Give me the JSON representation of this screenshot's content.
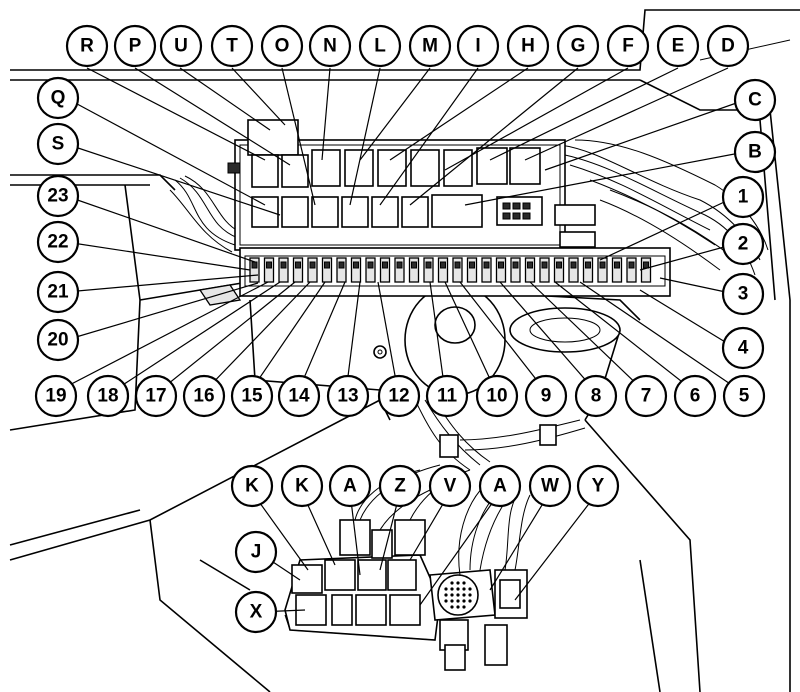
{
  "callouts": [
    {
      "id": "R",
      "label": "R"
    },
    {
      "id": "P",
      "label": "P"
    },
    {
      "id": "U",
      "label": "U"
    },
    {
      "id": "T",
      "label": "T"
    },
    {
      "id": "O",
      "label": "O"
    },
    {
      "id": "N",
      "label": "N"
    },
    {
      "id": "L",
      "label": "L"
    },
    {
      "id": "M",
      "label": "M"
    },
    {
      "id": "I",
      "label": "I"
    },
    {
      "id": "H",
      "label": "H"
    },
    {
      "id": "G",
      "label": "G"
    },
    {
      "id": "F",
      "label": "F"
    },
    {
      "id": "E",
      "label": "E"
    },
    {
      "id": "D",
      "label": "D"
    },
    {
      "id": "C",
      "label": "C"
    },
    {
      "id": "B",
      "label": "B"
    },
    {
      "id": "Q",
      "label": "Q"
    },
    {
      "id": "S",
      "label": "S"
    },
    {
      "id": "n23",
      "label": "23"
    },
    {
      "id": "n22",
      "label": "22"
    },
    {
      "id": "n21",
      "label": "21"
    },
    {
      "id": "n20",
      "label": "20"
    },
    {
      "id": "n1",
      "label": "1"
    },
    {
      "id": "n2",
      "label": "2"
    },
    {
      "id": "n3",
      "label": "3"
    },
    {
      "id": "n4",
      "label": "4"
    },
    {
      "id": "n19",
      "label": "19"
    },
    {
      "id": "n18",
      "label": "18"
    },
    {
      "id": "n17",
      "label": "17"
    },
    {
      "id": "n16",
      "label": "16"
    },
    {
      "id": "n15",
      "label": "15"
    },
    {
      "id": "n14",
      "label": "14"
    },
    {
      "id": "n13",
      "label": "13"
    },
    {
      "id": "n12",
      "label": "12"
    },
    {
      "id": "n11",
      "label": "11"
    },
    {
      "id": "n10",
      "label": "10"
    },
    {
      "id": "n9",
      "label": "9"
    },
    {
      "id": "n8",
      "label": "8"
    },
    {
      "id": "n7",
      "label": "7"
    },
    {
      "id": "n6",
      "label": "6"
    },
    {
      "id": "n5",
      "label": "5"
    },
    {
      "id": "K1",
      "label": "K"
    },
    {
      "id": "K2",
      "label": "K"
    },
    {
      "id": "A1",
      "label": "A"
    },
    {
      "id": "Z",
      "label": "Z"
    },
    {
      "id": "V",
      "label": "V"
    },
    {
      "id": "A2",
      "label": "A"
    },
    {
      "id": "W",
      "label": "W"
    },
    {
      "id": "Y",
      "label": "Y"
    },
    {
      "id": "J",
      "label": "J"
    },
    {
      "id": "X",
      "label": "X"
    }
  ]
}
